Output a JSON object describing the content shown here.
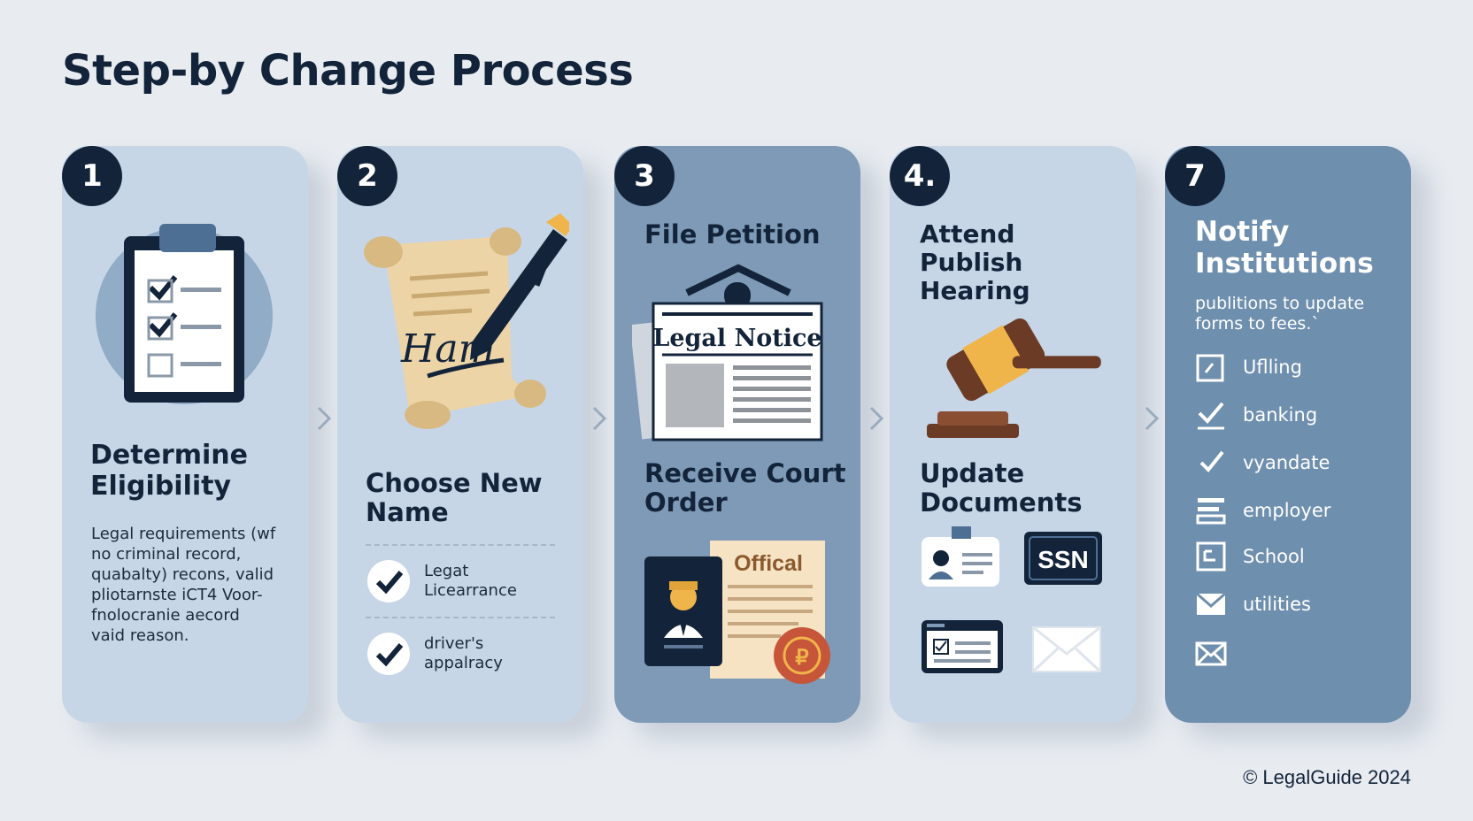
{
  "title": "Step-by Change Process",
  "footer": "© LegalGuide 2024",
  "steps": [
    {
      "number": "1",
      "heading": "Determine Eligibility",
      "body": [
        "Legal requirements (wf",
        "no criminal record,",
        "quabalty) recons, valid",
        "pliotarnste iCT4 Voor-",
        "fnolocranie aecord",
        "vaid reason."
      ]
    },
    {
      "number": "2",
      "heading": "Choose New Name",
      "signature": "Ham",
      "items": [
        {
          "line1": "Legat",
          "line2": "Licearrance"
        },
        {
          "line1": "driver's",
          "line2": "appalracy"
        }
      ]
    },
    {
      "number": "3",
      "heading": "File Petition",
      "notice_label": "Legal Notice",
      "heading2": "Receive Court Order",
      "official_label": "Offical"
    },
    {
      "number": "4.",
      "heading": "Attend Publish Hearing",
      "heading2": "Update Documents",
      "ssn_label": "SSN"
    },
    {
      "number": "7",
      "heading": "Notify Institutions",
      "subtext": [
        "publitions to update",
        "forms to fees.`"
      ],
      "institutions": [
        "Uflling",
        "banking",
        "vyandate",
        "employer",
        "School",
        "utilities"
      ]
    }
  ],
  "colors": {
    "navy": "#13243a",
    "card_light": "#c6d6e6",
    "card_mid": "#7e9ab6",
    "background": "#e8ecf1",
    "parchment": "#ecd4a6",
    "gavel_wood": "#6b3b26",
    "gavel_gold": "#f0b54a",
    "seal": "#c7553a"
  }
}
